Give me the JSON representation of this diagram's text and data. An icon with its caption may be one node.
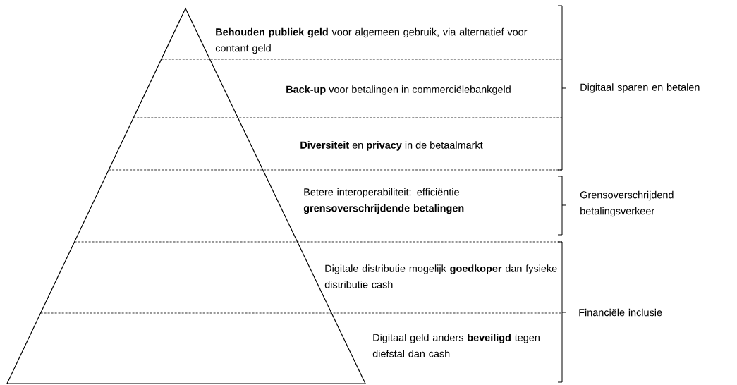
{
  "diagram": {
    "labels": [
      "**Behouden publiek geld** voor algemeen gebruik, via alternatief voor contant geld",
      "**Back-up** voor betalingen in commerciëlebankgeld",
      "**Diversiteit** en **privacy** in de betaalmarkt",
      "Betere interoperabiliteit: efficiëntie **grensoverschrijdende betalingen**",
      "Digitale distributie mogelijk **goedkoper** dan fysieke distributie cash",
      "Digitaal geld anders **beveiligd** tegen diefstal dan cash",
      "Digitaal sparen en betalen",
      "Grensoverschrijdend betalingsverkeer",
      "Financiële inclusie"
    ]
  }
}
